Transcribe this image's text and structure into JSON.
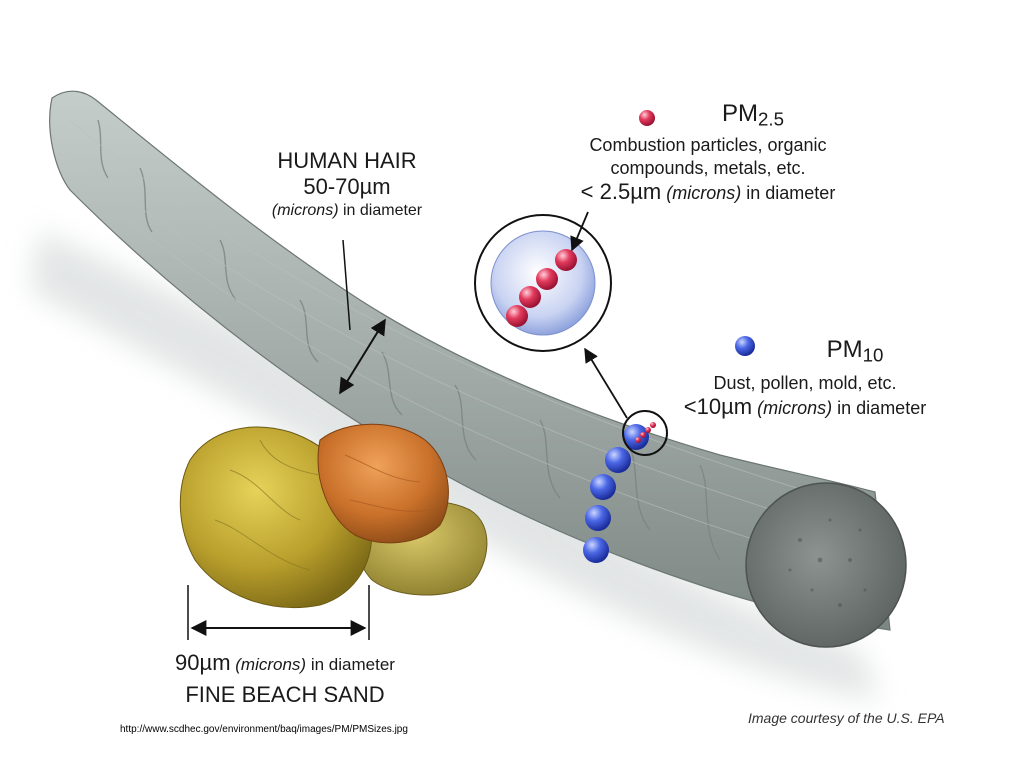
{
  "human_hair": {
    "title": "HUMAN HAIR",
    "size_value": "50-70",
    "size_unit": "µm",
    "size_note": "(microns)",
    "size_suffix": "in diameter"
  },
  "pm25": {
    "name": "PM",
    "subscript": "2.5",
    "description_line1": "Combustion particles, organic",
    "description_line2": "compounds, metals, etc.",
    "size_value": "< 2.5",
    "size_unit": "µm",
    "size_note": "(microns)",
    "size_suffix": "in diameter",
    "color": "#e0284a"
  },
  "pm10": {
    "name": "PM",
    "subscript": "10",
    "description_line1": "Dust, pollen, mold, etc.",
    "size_value": "<10",
    "size_unit": "µm",
    "size_note": "(microns)",
    "size_suffix": "in diameter",
    "color": "#2d4fd6"
  },
  "sand": {
    "size_value": "90",
    "size_unit": "µm",
    "size_note": "(microns)",
    "size_suffix": "in diameter",
    "title": "FINE BEACH SAND"
  },
  "credit": "Image courtesy of the U.S. EPA",
  "source_url": "http://www.scdhec.gov/environment/baq/images/PM/PMSizes.jpg",
  "colors": {
    "hair": "#a7b0ad",
    "hair_dark": "#7f8985",
    "sand_yellow": "#c9b23a",
    "sand_orange": "#d2802e",
    "arrow": "#111111"
  }
}
